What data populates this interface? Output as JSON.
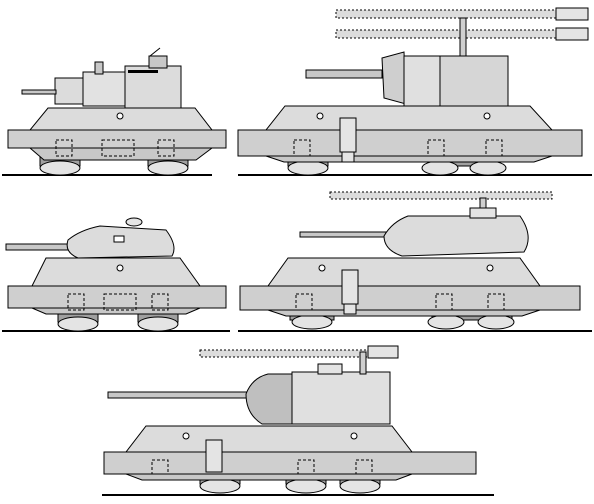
{
  "figure": {
    "rail_color": "#000000",
    "armor_light": "#dcdcdc",
    "armor_mid": "#c8c8c8",
    "armor_shadow": "#a8a8a8",
    "outline": "#000000",
    "vehicles": [
      {
        "id": "car-a",
        "turret": "box",
        "rocket_rack": false
      },
      {
        "id": "car-b",
        "turret": "large",
        "rocket_rack": true
      },
      {
        "id": "car-c",
        "turret": "cone",
        "rocket_rack": false
      },
      {
        "id": "car-d",
        "turret": "cone-large",
        "rocket_rack": true
      },
      {
        "id": "car-e",
        "turret": "heavy",
        "rocket_rack": true
      }
    ]
  }
}
